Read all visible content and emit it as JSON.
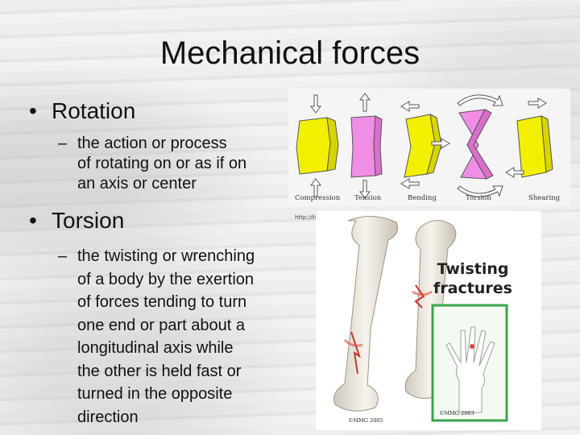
{
  "title": "Mechanical forces",
  "bullets": [
    {
      "label": "Rotation",
      "sub": "the action or process of rotating on or as if on an axis or center",
      "sub_lines": [
        "the action or process",
        "of rotating on or as if on",
        "an axis or center"
      ]
    },
    {
      "label": "Torsion",
      "sub": "the twisting or wrenching of a body by the exertion of forces tending to turn one end or part about a longitudinal axis while the other is held fast or turned in the opposite direction",
      "sub_lines": [
        "the twisting or wrenching",
        "of a body by the exertion",
        "of forces tending to turn",
        "one end or part about a",
        "longitudinal axis while",
        "the other is held fast or",
        "turned in the opposite",
        "direction"
      ]
    }
  ],
  "forces_figure": {
    "labels": [
      "Compression",
      "Tension",
      "Bending",
      "Torsion",
      "Shearing"
    ],
    "colors": {
      "compression": "#f2f000",
      "tension": "#f08ee6",
      "bending": "#f2f000",
      "torsion": "#f08ee6",
      "shearing": "#f2f000"
    },
    "source_url": "http://tit"
  },
  "bones_figure": {
    "caption_line1": "Twisting",
    "caption_line2": "fractures",
    "copyright_left": "©MMG 2005",
    "copyright_right": "©MMG 2003"
  }
}
